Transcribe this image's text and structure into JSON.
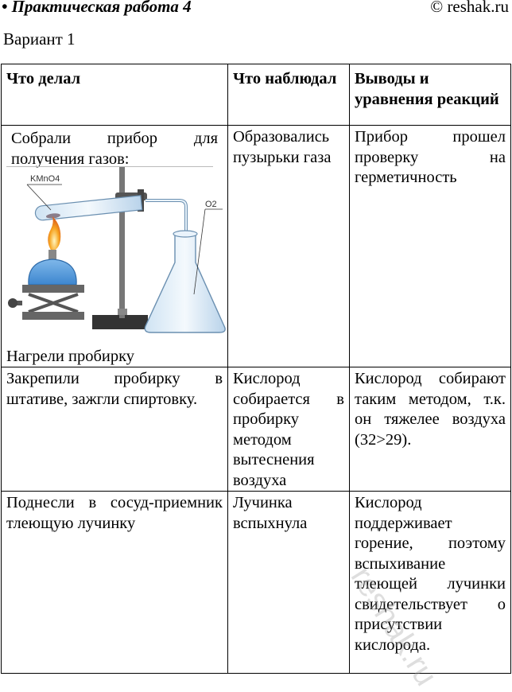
{
  "header": {
    "title": "• Практическая работа 4",
    "brand": "© reshak.ru"
  },
  "variant": "Вариант 1",
  "table": {
    "columns": [
      "Что делал",
      "Что наблюдал",
      "Выводы и уравнения реакций"
    ],
    "rows": [
      {
        "did": "Собрали прибор для получения газов:",
        "did_extra": "Нагрели пробирку",
        "observed": "Образовались пузырьки газа",
        "conclusion": "Прибор прошел проверку на герметичность"
      },
      {
        "did": "Закрепили пробирку в штативе, зажгли спиртовку.",
        "observed": "Кислород собирается в пробирку методом вытеснения воздуха",
        "conclusion": "Кислород собирают таким методом, т.к. он тяжелее воздуха (32>29)."
      },
      {
        "did": "Поднесли в сосуд-приемник тлеющую лучинку",
        "observed": "Лучинка вспыхнула",
        "conclusion": "Кислород поддерживает горение, поэтому вспыхивание тлеющей лучинки свидетельствует о присутствии кислорода."
      }
    ]
  },
  "diagram": {
    "reagent_label": "KMnO4",
    "gas_label": "O2"
  },
  "watermark": "reshak.ru"
}
